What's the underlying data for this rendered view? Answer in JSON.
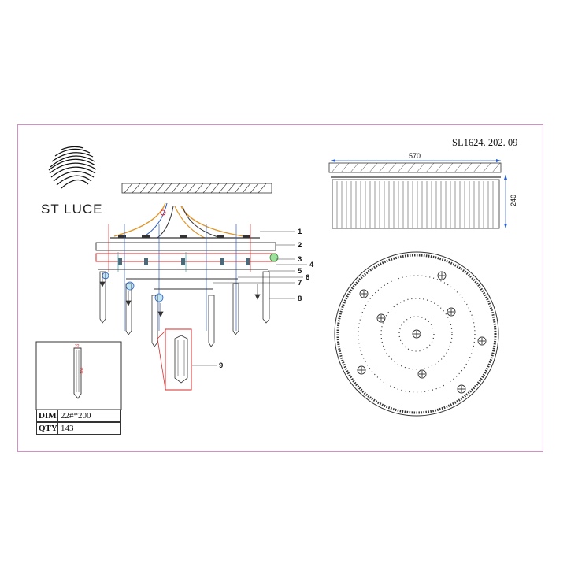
{
  "brand": {
    "name": "ST LUCE"
  },
  "model": {
    "code": "SL1624. 202. 09"
  },
  "dimensions": {
    "width": "570",
    "height": "240"
  },
  "callouts": [
    "1",
    "2",
    "3",
    "4",
    "5",
    "6",
    "7",
    "8",
    "9"
  ],
  "crystal_spec": {
    "inner_width": "22",
    "inner_length": "200",
    "dim_label": "DIM",
    "dim_value": "22#*200",
    "qty_label": "QTY",
    "qty_value": "143"
  },
  "colors": {
    "frame": "#d48fc4",
    "accent_red": "#d42a2a",
    "accent_blue": "#2d5fc4",
    "wire_orange": "#e0962a",
    "highlight_green": "#6fcf6f"
  }
}
